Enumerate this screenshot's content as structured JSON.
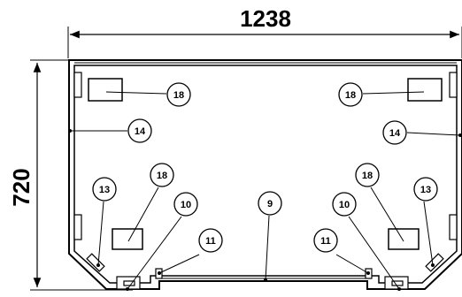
{
  "dimensions": {
    "width_label": "1238",
    "height_label": "720"
  },
  "callouts": [
    {
      "id": "c18-tl",
      "label": "18"
    },
    {
      "id": "c18-tr",
      "label": "18"
    },
    {
      "id": "c14-l",
      "label": "14"
    },
    {
      "id": "c14-r",
      "label": "14"
    },
    {
      "id": "c18-ml",
      "label": "18"
    },
    {
      "id": "c18-mr",
      "label": "18"
    },
    {
      "id": "c13-l",
      "label": "13"
    },
    {
      "id": "c13-r",
      "label": "13"
    },
    {
      "id": "c10-l",
      "label": "10"
    },
    {
      "id": "c10-r",
      "label": "10"
    },
    {
      "id": "c9",
      "label": "9"
    },
    {
      "id": "c11-l",
      "label": "11"
    },
    {
      "id": "c11-r",
      "label": "11"
    }
  ]
}
